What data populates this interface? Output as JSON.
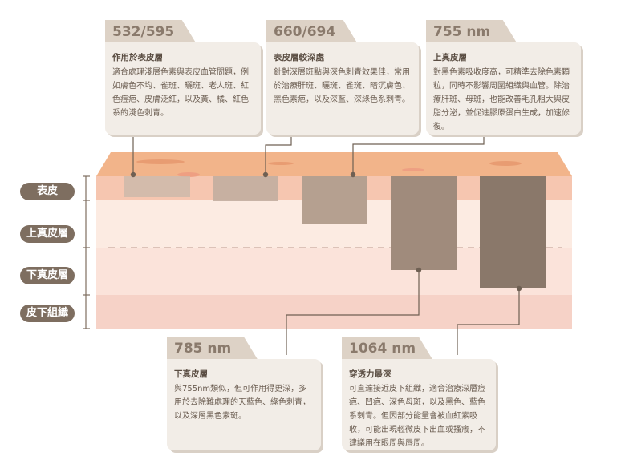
{
  "layers": [
    "表皮",
    "上真皮層",
    "下真皮層",
    "皮下組織"
  ],
  "wavelengths": [
    {
      "label": "532/595 nm",
      "title": "作用於表皮層",
      "text": "適合處理淺層色素與表皮血管問題，例如膚色不均、雀斑、曬斑、老人斑、紅色痘疤、皮膚泛紅，以及黃、橘、紅色系的淺色刺青。"
    },
    {
      "label": "660/694 nm",
      "title": "表皮層較深處",
      "text": "針對深層斑點與深色刺青效果佳，常用於治療肝斑、曬斑、雀斑、暗沉膚色、黑色素疤，以及深藍、深綠色系刺青。"
    },
    {
      "label": "755 nm",
      "title": "上真皮層",
      "text": "對黑色素吸收度高，可精準去除色素顆粒，同時不影響周圍組織與血管。除治療肝斑、母斑，也能改善毛孔粗大與皮脂分泌，並促進膠原蛋白生成，加速修復。"
    },
    {
      "label": "785 nm",
      "title": "下真皮層",
      "text": "與755nm類似，但可作用得更深，多用於去除難處理的天藍色、綠色刺青，以及深層黑色素斑。"
    },
    {
      "label": "1064 nm",
      "title": "穿透力最深",
      "text": "可直達接近皮下組織，適合治療深層痘疤、凹疤、深色母斑，以及黑色、藍色系刺青。但因部分能量會被血紅素吸收，可能出現輕微皮下出血或搔癢，不建議用在眼周與唇周。"
    }
  ],
  "colors": {
    "epidermis": "#f2b48a",
    "upper_dermis": "#fbe6dc",
    "lower_dermis": "#f7d6cc",
    "subcutaneous": "#f5cfc6",
    "label_bg": "#7e6e60",
    "tab_bg": "#ddd2c6",
    "card_bg": "#f2ede7",
    "connector": "#6f6053"
  }
}
